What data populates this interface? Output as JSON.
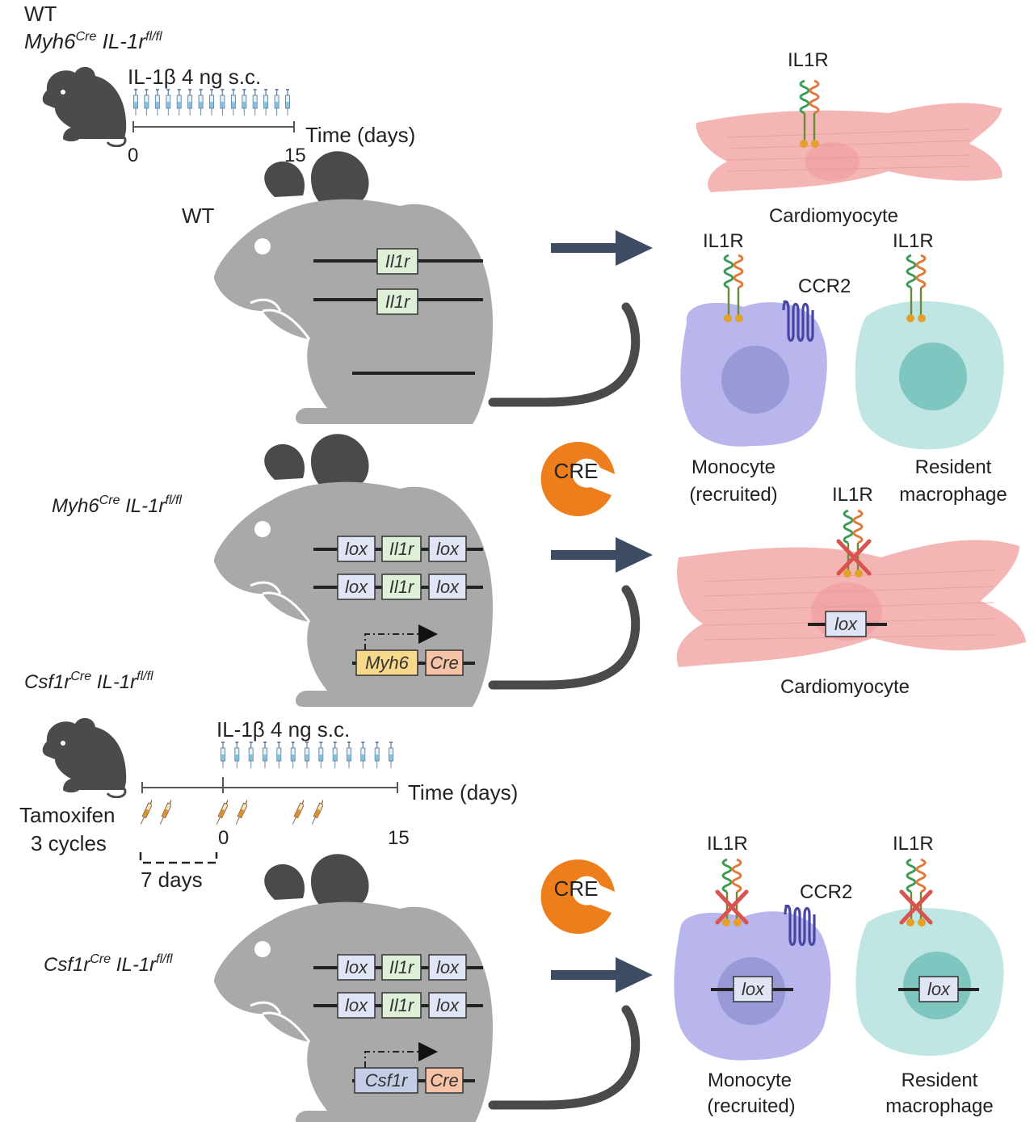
{
  "panel_a": {
    "genotype_1": "WT",
    "genotype_2_main": "Myh6",
    "genotype_2_sup": "Cre",
    "genotype_2_gene": "IL-1r",
    "genotype_2_gene_sup": "fl/fl",
    "dose": "IL-1β 4 ng s.c.",
    "time_label": "Time (days)",
    "tick_start": "0",
    "tick_end": "15",
    "injections": 15
  },
  "wt_mouse": {
    "label": "WT",
    "gene_a": "Il1r",
    "gene_b": "Il1r"
  },
  "wt_cells": {
    "receptor_cm": "IL1R",
    "cardiomyocyte": "Cardiomyocyte",
    "receptor_mono": "IL1R",
    "ccr2": "CCR2",
    "receptor_mac": "IL1R",
    "mono_line1": "Monocyte",
    "mono_line2": "(recruited)",
    "mac_line1": "Resident",
    "mac_line2": "macrophage"
  },
  "myh6_mouse": {
    "label_main": "Myh6",
    "label_sup": "Cre",
    "label_gene": "IL-1r",
    "label_gene_sup": "fl/fl",
    "cre": "CRE",
    "lox": "lox",
    "gene": "Il1r",
    "promoter": "Myh6",
    "cre_gene": "Cre"
  },
  "myh6_cells": {
    "receptor": "IL1R",
    "lox": "lox",
    "cardiomyocyte": "Cardiomyocyte"
  },
  "panel_b": {
    "genotype_main": "Csf1r",
    "genotype_sup": "Cre",
    "genotype_gene": "IL-1r",
    "genotype_gene_sup": "fl/fl",
    "dose": "IL-1β 4 ng s.c.",
    "time_label": "Time (days)",
    "tamoxifen_line1": "Tamoxifen",
    "tamoxifen_line2": "3 cycles",
    "tick_start": "0",
    "tick_end": "15",
    "bracket": "7 days",
    "injections": 13
  },
  "csf1r_mouse": {
    "label_main": "Csf1r",
    "label_sup": "Cre",
    "label_gene": "IL-1r",
    "label_gene_sup": "fl/fl",
    "cre": "CRE",
    "lox": "lox",
    "gene": "Il1r",
    "promoter": "Csf1r",
    "cre_gene": "Cre"
  },
  "csf1r_cells": {
    "receptor_mono": "IL1R",
    "ccr2": "CCR2",
    "receptor_mac": "IL1R",
    "lox": "lox",
    "mono_line1": "Monocyte",
    "mono_line2": "(recruited)",
    "mac_line1": "Resident",
    "mac_line2": "macrophage"
  },
  "colors": {
    "mouse_grey": "#a9a9a9",
    "mouse_dark": "#4a4a4a",
    "arrow": "#3e4c63",
    "cre_orange": "#ee7d1b",
    "cardiomyocyte": "#f4b6b4",
    "monocyte": "#b8b6ec",
    "macrophage": "#bfe6e2",
    "il1r_box": "#dff0d8",
    "lox_box": "#dfe5f4",
    "myh6_box": "#f6d98a",
    "cre_box": "#f6c3a6",
    "csf1r_box": "#c4cde6",
    "knockout_x": "#d9534f"
  }
}
